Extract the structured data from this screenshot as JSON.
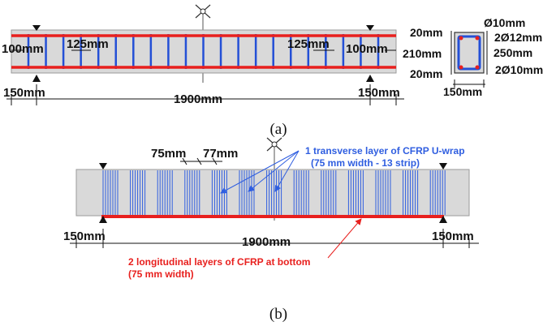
{
  "colors": {
    "concrete": "#d9d9d9",
    "steel_red": "#e8201e",
    "stirrup_blue": "#2450d6",
    "cfrp_blue": "#2f5ee0",
    "cfrp_red": "#e8201e",
    "dim_line": "#111111"
  },
  "panel_a": {
    "caption": "(a)",
    "spacing_left": "125mm",
    "spacing_right": "125mm",
    "end_left": "100mm",
    "end_right": "100mm",
    "support_left": "150mm",
    "support_right": "150mm",
    "length": "1900mm",
    "stirrup_count": 21,
    "section": {
      "stirrup_dia": "Ø10mm",
      "top_cover": "20mm",
      "inner_height": "210mm",
      "bottom_cover": "20mm",
      "top_bars": "2Ø12mm",
      "height": "250mm",
      "bottom_bars": "2Ø10mm",
      "width": "150mm"
    }
  },
  "panel_b": {
    "caption": "(b)",
    "strip_width": "75mm",
    "strip_gap": "77mm",
    "uwrap_line1": "1 transverse layer of CFRP U-wrap",
    "uwrap_line2": "(75 mm width - 13 strip)",
    "support_left": "150mm",
    "support_right": "150mm",
    "length": "1900mm",
    "long_line1": "2 longitudinal layers of CFRP at bottom",
    "long_line2": "(75 mm width)",
    "strip_count": 13
  }
}
